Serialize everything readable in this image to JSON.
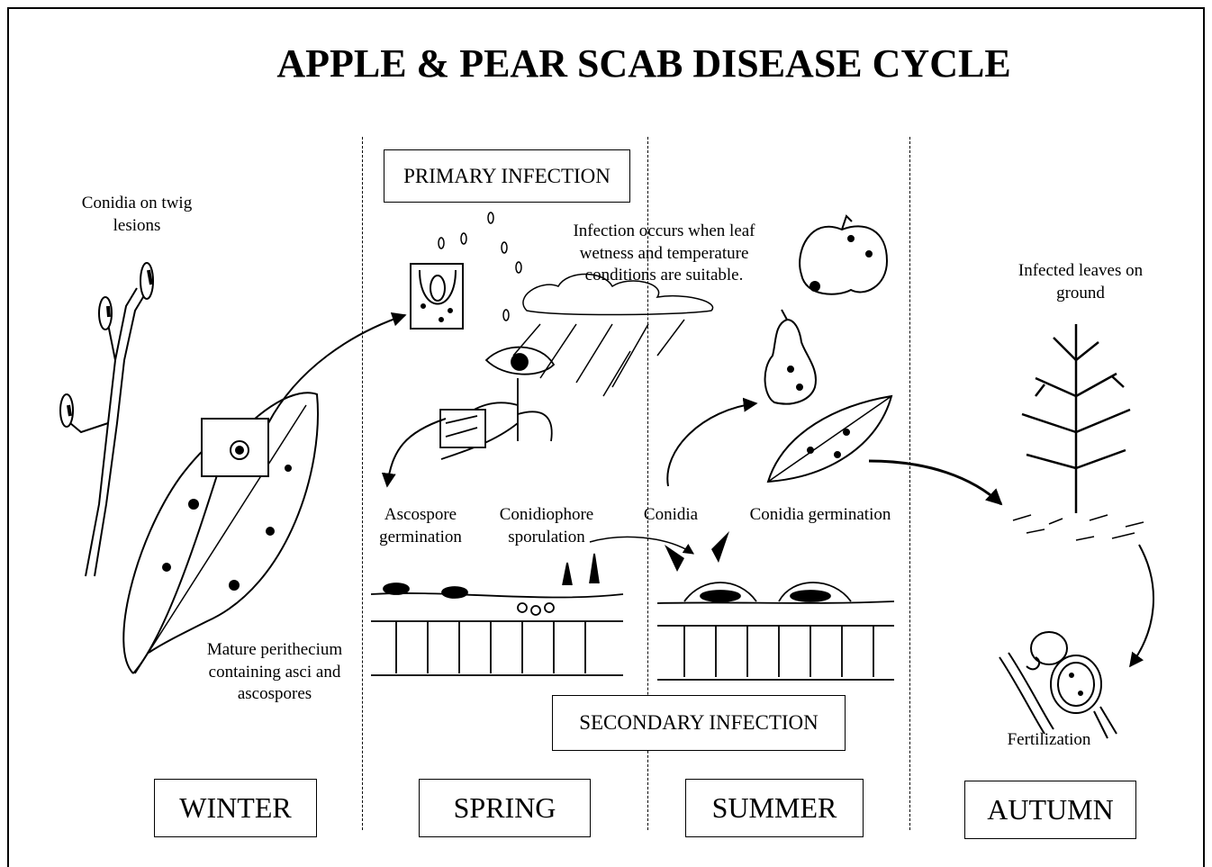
{
  "title": "APPLE & PEAR SCAB DISEASE CYCLE",
  "seasons": {
    "winter": "WINTER",
    "spring": "SPRING",
    "summer": "SUMMER",
    "autumn": "AUTUMN"
  },
  "infections": {
    "primary": "PRIMARY INFECTION",
    "secondary": "SECONDARY INFECTION"
  },
  "labels": {
    "conidia_twig_1": "Conidia on twig",
    "conidia_twig_2": "lesions",
    "infection_note_1": "Infection occurs when leaf",
    "infection_note_2": "wetness and temperature",
    "infection_note_3": "conditions are suitable.",
    "infected_leaves_1": "Infected leaves on",
    "infected_leaves_2": "ground",
    "ascospore_1": "Ascospore",
    "ascospore_2": "germination",
    "conidiophore_1": "Conidiophore",
    "conidiophore_2": "sporulation",
    "conidia": "Conidia",
    "conidia_germination": "Conidia germination",
    "perithecium_1": "Mature perithecium",
    "perithecium_2": "containing asci and",
    "perithecium_3": "ascospores",
    "fertilization": "Fertilization"
  }
}
